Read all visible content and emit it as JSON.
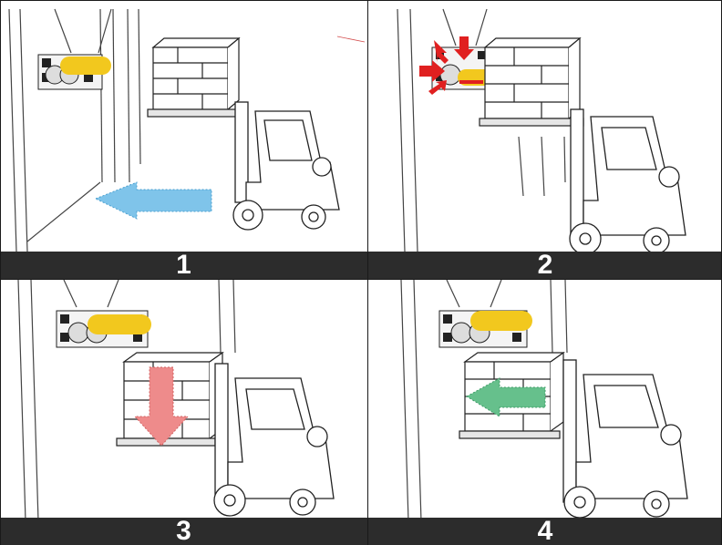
{
  "steps": [
    {
      "number": "1",
      "arrow_icon": "blue-left-arrow-icon",
      "arrow_color": "#7fc4ea",
      "sensor_color": "#f2c81e"
    },
    {
      "number": "2",
      "arrow_icon": "red-pointer-arrows-icon",
      "arrow_color": "#e02020",
      "sensor_color": "#f2c81e"
    },
    {
      "number": "3",
      "arrow_icon": "red-down-arrow-icon",
      "arrow_color": "#ee8b8b",
      "sensor_color": "#f2c81e"
    },
    {
      "number": "4",
      "arrow_icon": "green-left-arrow-icon",
      "arrow_color": "#66c08c",
      "sensor_color": "#f2c81e"
    }
  ],
  "colors": {
    "bar": "#2c2c2c",
    "line": "#333333"
  }
}
